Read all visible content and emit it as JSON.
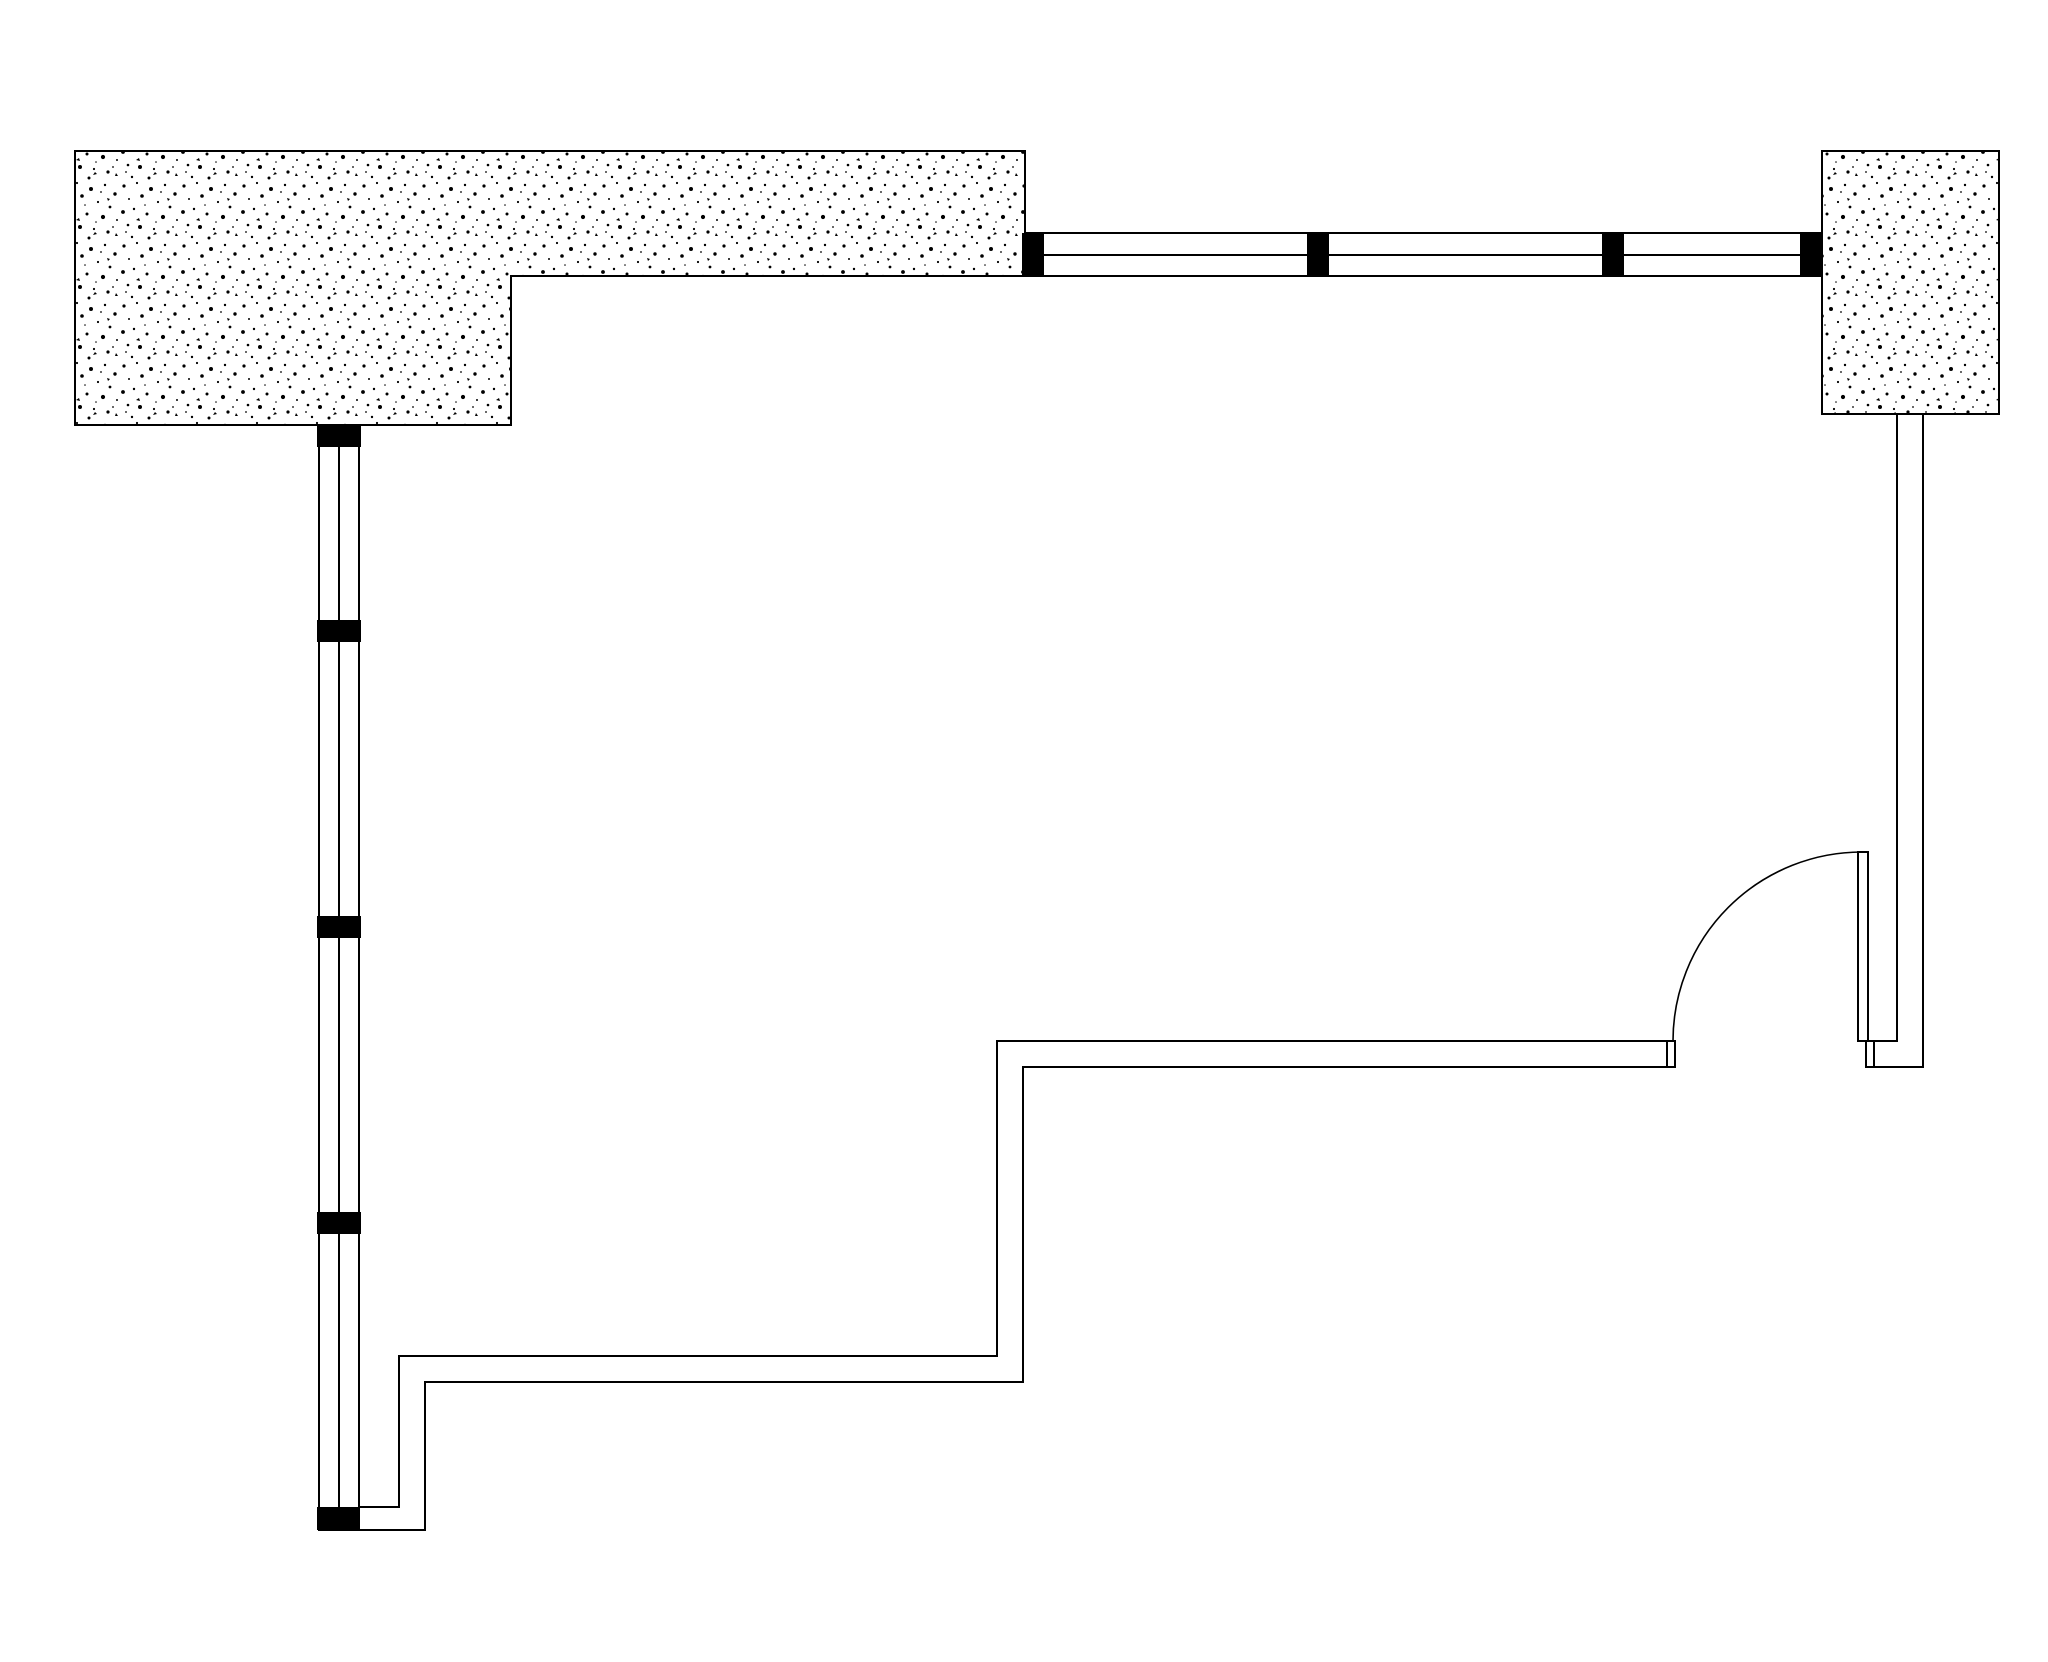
{
  "diagram": {
    "type": "architectural-floor-plan",
    "background": "#ffffff",
    "line_color": "#000000",
    "concrete_fill": "stippled-concrete",
    "elements": {
      "concrete_columns": 2,
      "window_runs": 2,
      "window_mullions": 9,
      "partition_walls": 2,
      "doors": 1
    }
  }
}
